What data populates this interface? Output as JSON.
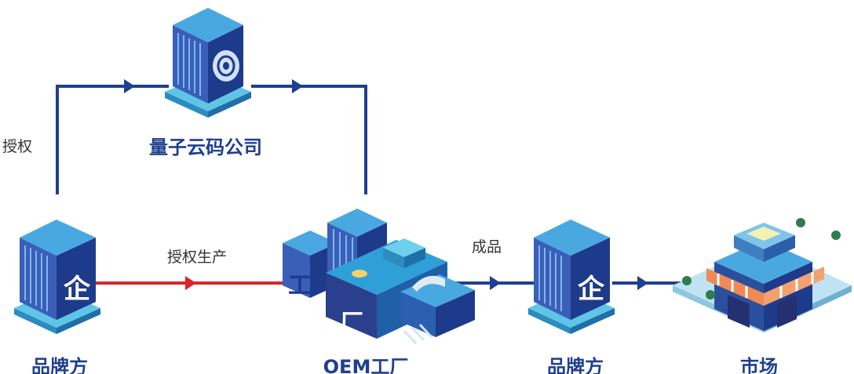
{
  "nodes": {
    "quantum": {
      "label": "量子云码公司",
      "icon": "server-tower-icon"
    },
    "brand_left": {
      "label": "品牌方",
      "icon": "enterprise-building-icon",
      "glyph": "企"
    },
    "oem": {
      "label": "OEM工厂",
      "icon": "factory-icon",
      "glyph": "工",
      "glyph2": "厂"
    },
    "brand_right": {
      "label": "品牌方",
      "icon": "enterprise-building-icon",
      "glyph": "企"
    },
    "market": {
      "label": "市场",
      "icon": "market-store-icon"
    }
  },
  "edges": {
    "authorize": {
      "label": "授权",
      "color": "#1f3f8f"
    },
    "authorize_production": {
      "label": "授权生产",
      "color": "#d9262b"
    },
    "finished_goods": {
      "label": "成品",
      "color": "#1f3f8f"
    }
  },
  "colors": {
    "primary": "#1f3f8f",
    "accent": "#d9262b"
  }
}
